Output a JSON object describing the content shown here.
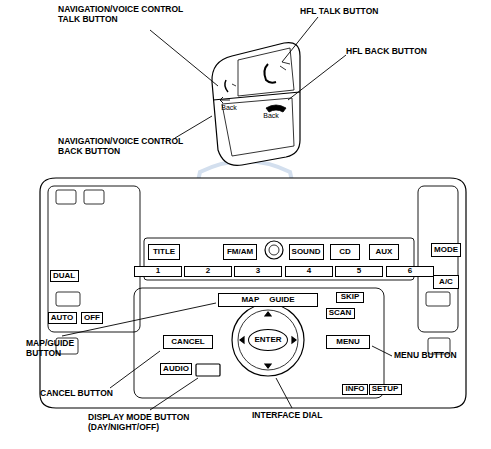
{
  "diagram": {
    "nodes": [
      {
        "text": [
          "TITLE"
        ]
      },
      {
        "text": [
          "FM/AM"
        ]
      },
      {
        "text": [
          "SOUND"
        ]
      },
      {
        "text": [
          "CD"
        ]
      },
      {
        "text": [
          "AUX"
        ]
      },
      {
        "text": [
          "MODE"
        ]
      },
      {
        "text": [
          "DUAL"
        ]
      },
      {
        "text": [
          "A/C"
        ]
      },
      {
        "text": [
          "1"
        ]
      },
      {
        "text": [
          "2"
        ]
      },
      {
        "text": [
          "3"
        ]
      },
      {
        "text": [
          "4"
        ]
      },
      {
        "text": [
          "5"
        ]
      },
      {
        "text": [
          "6"
        ]
      },
      {
        "text": [
          "MAP",
          "GUIDE"
        ]
      },
      {
        "text": [
          "SKIP"
        ]
      },
      {
        "text": [
          "SCAN"
        ]
      },
      {
        "text": [
          "AUTO"
        ]
      },
      {
        "text": [
          "OFF"
        ]
      },
      {
        "text": [
          "CANCEL"
        ]
      },
      {
        "text": [
          "ENTER"
        ]
      },
      {
        "text": [
          "MENU"
        ]
      },
      {
        "text": [
          "AUDIO"
        ]
      },
      {
        "text": [
          "INFO"
        ]
      },
      {
        "text": [
          "SETUP"
        ]
      }
    ],
    "labels": [
      "NAVIGATION/VOICE CONTROL TALK BUTTON",
      "HFL TALK BUTTON",
      "HFL BACK BUTTON",
      "Back",
      "Back",
      "NAVIGATION/VOICE CONTROL BACK BUTTON",
      "MAP/GUIDE BUTTON",
      "MENU BUTTON",
      "CANCEL BUTTON",
      "INTERFACE DIAL",
      "DISPLAY MODE BUTTON (DAY/NIGHT/OFF)"
    ]
  }
}
